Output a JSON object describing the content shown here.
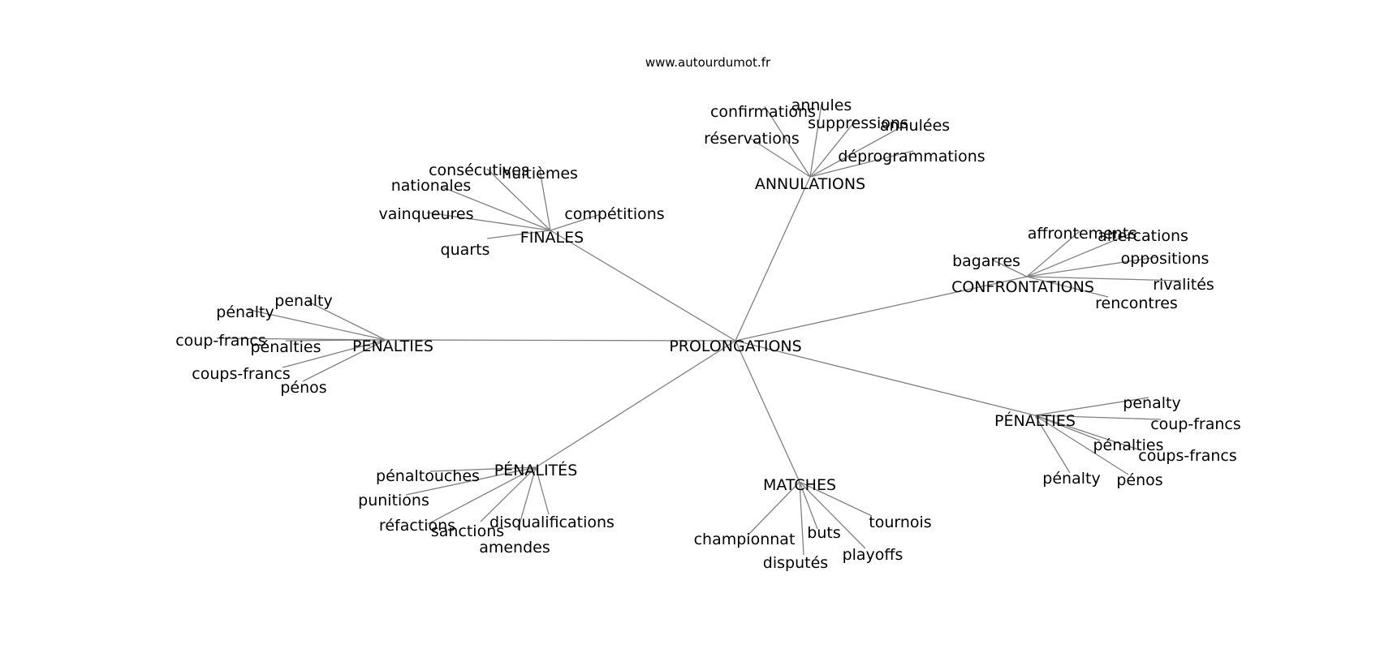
{
  "source": "www.autourdumot.fr",
  "colors": {
    "edge": "#808080",
    "text": "#000000",
    "background": "#ffffff"
  },
  "center": {
    "label": "PROLONGATIONS"
  },
  "clusters": [
    {
      "label": "ANNULATIONS",
      "words": [
        "annules",
        "confirmations",
        "suppressions",
        "annulées",
        "réservations",
        "déprogrammations"
      ]
    },
    {
      "label": "FINALES",
      "words": [
        "consécutives",
        "huitièmes",
        "nationales",
        "vainqueures",
        "compétitions",
        "quarts"
      ]
    },
    {
      "label": "CONFRONTATIONS",
      "words": [
        "affrontements",
        "altercations",
        "bagarres",
        "oppositions",
        "rivalités",
        "rencontres"
      ]
    },
    {
      "label": "PENALTIES",
      "words": [
        "penalty",
        "pénalty",
        "coup-francs",
        "pénalties",
        "coups-francs",
        "pénos"
      ]
    },
    {
      "label": "PÉNALTIES",
      "words": [
        "penalty",
        "coup-francs",
        "pénalties",
        "coups-francs",
        "pénalty",
        "pénos"
      ]
    },
    {
      "label": "PÉNALITÉS",
      "words": [
        "pénaltouches",
        "punitions",
        "réfactions",
        "sanctions",
        "disqualifications",
        "amendes"
      ]
    },
    {
      "label": "MATCHES",
      "words": [
        "championnat",
        "buts",
        "tournois",
        "disputés",
        "playoffs"
      ]
    }
  ]
}
